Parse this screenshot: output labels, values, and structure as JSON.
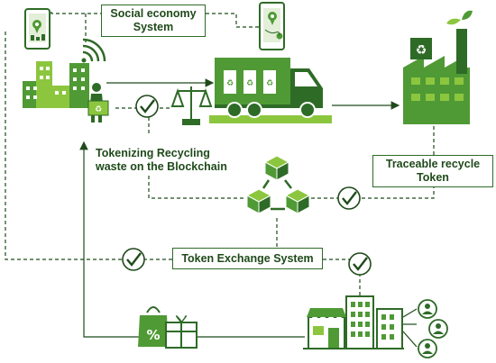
{
  "labels": {
    "social_line1": "Social economy",
    "social_line2": "System",
    "tokenizing_line1": "Tokenizing Recycling",
    "tokenizing_line2": "waste on the Blockchain",
    "traceable_line1": "Traceable recycle",
    "traceable_line2": "Token",
    "exchange": "Token Exchange System"
  },
  "icons": {
    "phone_left": "phone-map-pin-icon",
    "phone_right": "phone-map-pin-icon",
    "city": "city-wifi-icon",
    "person": "person-with-recycle-bin-icon",
    "scale": "balance-scale-icon",
    "truck": "recycling-truck-icon",
    "factory": "recycling-factory-icon",
    "blockchain": "blockchain-cubes-icon",
    "shopping": "shopping-bag-gift-icon",
    "shops": "shop-buildings-icon",
    "users": "user-icons",
    "checks": "check-circle-icon"
  },
  "colors": {
    "dark_green": "#2e6b27",
    "mid_green": "#4f9a35",
    "light_green": "#8cc63f",
    "line": "#1f4a1a"
  }
}
